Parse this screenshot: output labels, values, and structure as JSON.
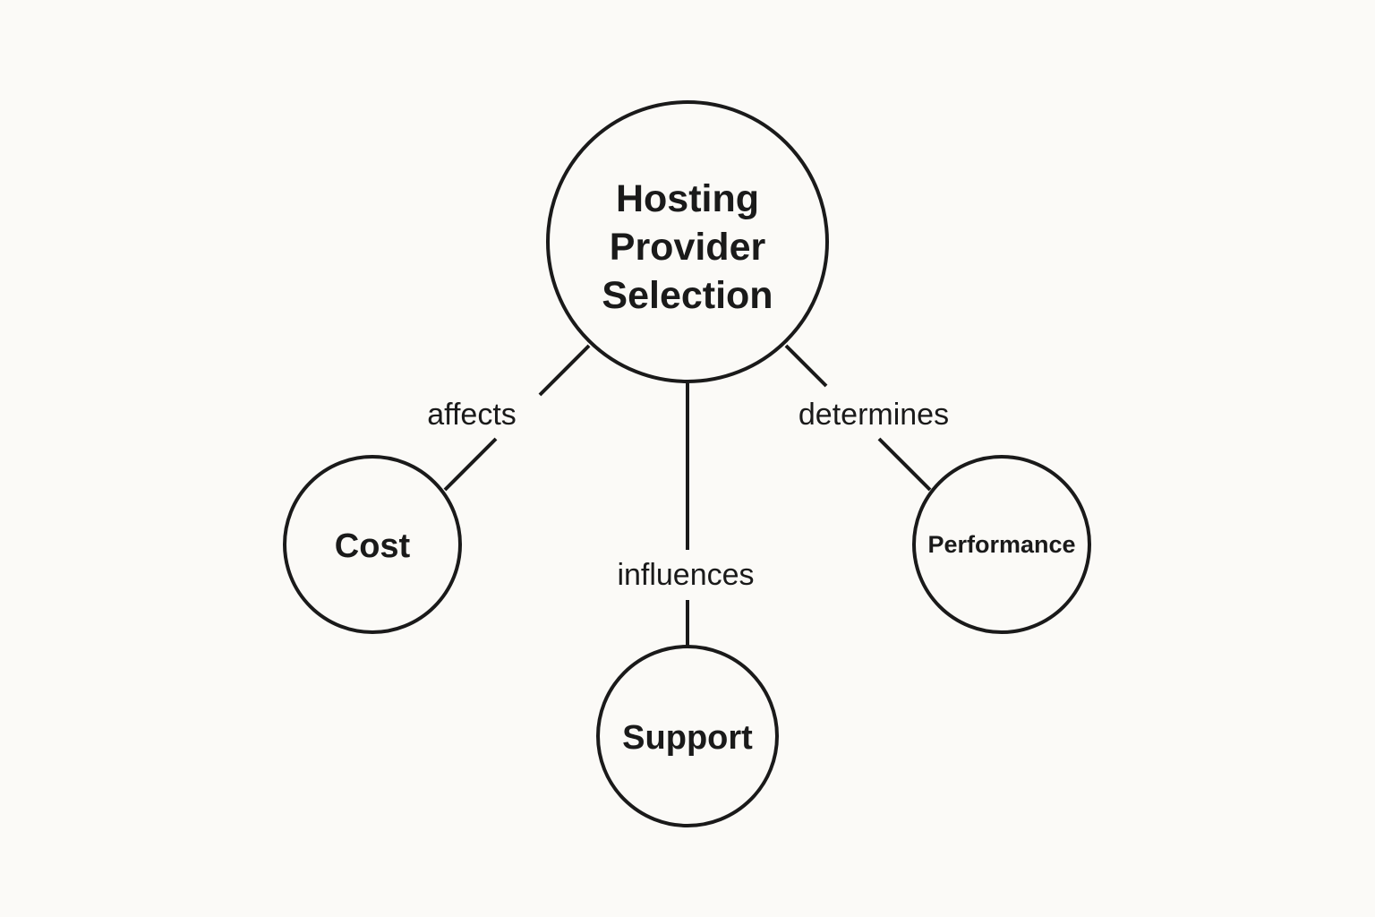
{
  "diagram": {
    "nodes": {
      "center": {
        "lines": [
          "Hosting",
          "Provider",
          "Selection"
        ]
      },
      "cost": {
        "label": "Cost"
      },
      "support": {
        "label": "Support"
      },
      "performance": {
        "label": "Performance"
      }
    },
    "edges": {
      "cost": {
        "label": "affects"
      },
      "support": {
        "label": "influences"
      },
      "performance": {
        "label": "determines"
      }
    },
    "colors": {
      "background": "#fbfaf7",
      "stroke": "#1a1a1a",
      "text": "#1a1a1a"
    }
  }
}
